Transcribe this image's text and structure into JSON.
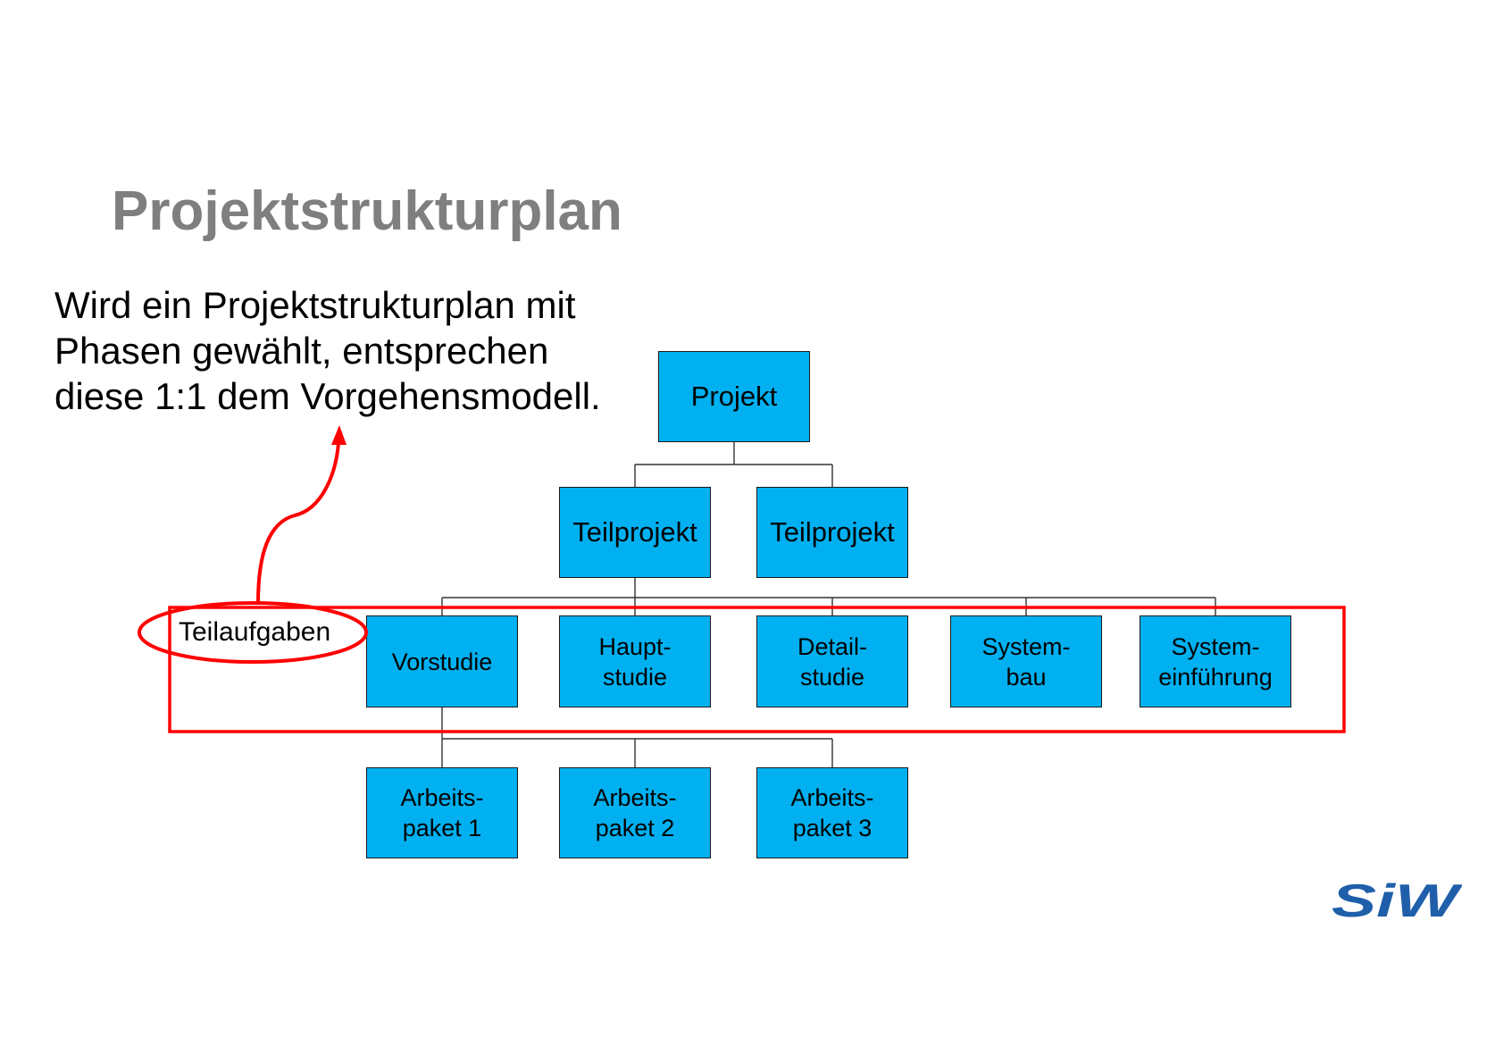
{
  "slide": {
    "title": "Projektstrukturplan",
    "text_lines": [
      "Wird ein Projektstrukturplan mit",
      "Phasen gewählt, entsprechen",
      "diese 1:1 dem Vorgehensmodell."
    ]
  },
  "tree": {
    "root": "Projekt",
    "teilprojekte": [
      "Teilprojekt",
      "Teilprojekt"
    ],
    "teilaufgaben": [
      [
        "Vorstudie"
      ],
      [
        "Haupt-",
        "studie"
      ],
      [
        "Detail-",
        "studie"
      ],
      [
        "System-",
        "bau"
      ],
      [
        "System-",
        "einführung"
      ]
    ],
    "arbeitspakete": [
      [
        "Arbeits-",
        "paket 1"
      ],
      [
        "Arbeits-",
        "paket 2"
      ],
      [
        "Arbeits-",
        "paket 3"
      ]
    ]
  },
  "annotation": {
    "label": "Teilaufgaben"
  },
  "logo": {
    "text": "SiW"
  },
  "colors": {
    "node_fill": "#00B0F0",
    "node_border": "#1A1A1A",
    "highlight": "#FF0000",
    "title": "#7F7F7F",
    "logo": "#1F5FAA"
  }
}
